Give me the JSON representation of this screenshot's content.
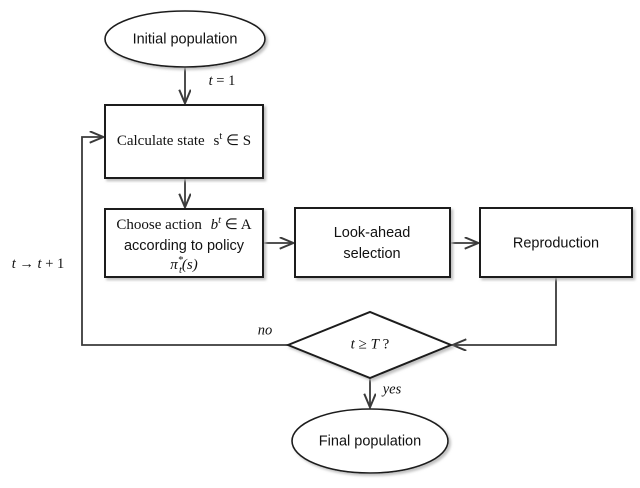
{
  "diagram": {
    "title": "Reinforcement learning evolutionary algorithm flowchart",
    "background": "#ffffff",
    "stroke_color": "#1a1a1a",
    "edge_color": "#3a3a3a",
    "nodes": {
      "start": {
        "label": "Initial  population",
        "shape": "ellipse"
      },
      "calculate_state": {
        "label": "Calculate state",
        "math_var": "s",
        "math_sup": "t",
        "math_rel": " ∈ S",
        "shape": "rectangle"
      },
      "choose_action": {
        "line1_text": "Choose action",
        "line1_var": "b",
        "line1_sup": "t",
        "line1_rel": " ∈ A",
        "line2": "according to policy",
        "line3_var": "π",
        "line3_sub": "t",
        "line3_sup": "*",
        "line3_arg": "(s)",
        "shape": "rectangle"
      },
      "look_ahead": {
        "line1": "Look-ahead",
        "line2": "selection",
        "shape": "rectangle"
      },
      "reproduction": {
        "label": "Reproduction",
        "shape": "rectangle"
      },
      "decision": {
        "var_left": "t",
        "operator": " ≥ ",
        "var_right": "T",
        "question": " ?",
        "shape": "diamond"
      },
      "end": {
        "label": "Final population",
        "shape": "ellipse"
      }
    },
    "edge_labels": {
      "init_counter": {
        "var": "t",
        "eq": " = ",
        "value": "1"
      },
      "increment": {
        "var_a": "t",
        "arrow": " → ",
        "var_b": "t",
        "plus": " + ",
        "value": "1"
      },
      "no_branch": "no",
      "yes_branch": "yes"
    }
  }
}
